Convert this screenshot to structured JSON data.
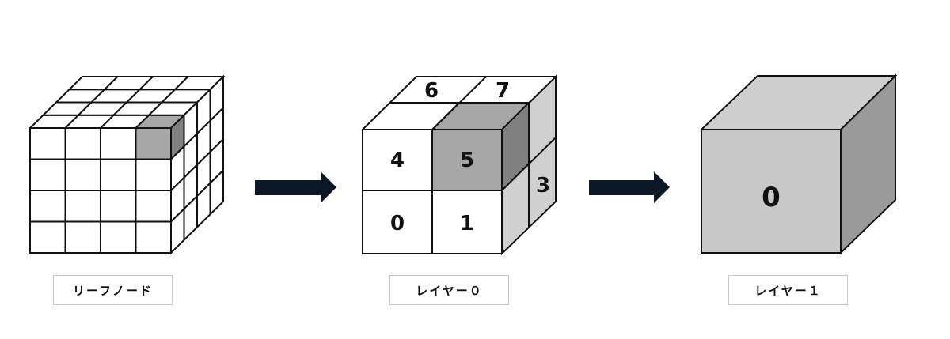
{
  "captions": {
    "leaf": "リーフノード",
    "layer0": "レイヤー０",
    "layer1": "レイヤー１"
  },
  "cube_labels": {
    "c6": "6",
    "c7": "7",
    "c4": "4",
    "c5": "5",
    "c3": "3",
    "c0": "0",
    "c1": "1",
    "root": "0"
  },
  "colors": {
    "outline": "#111111",
    "highlight_front": "#a6a6a6",
    "highlight_side": "#7f7f7f",
    "side_face": "#d0d0d0",
    "big_front": "#c8c8c8",
    "big_top": "#cfcfcf",
    "big_side": "#9a9a9a",
    "arrow": "#0d1826"
  }
}
